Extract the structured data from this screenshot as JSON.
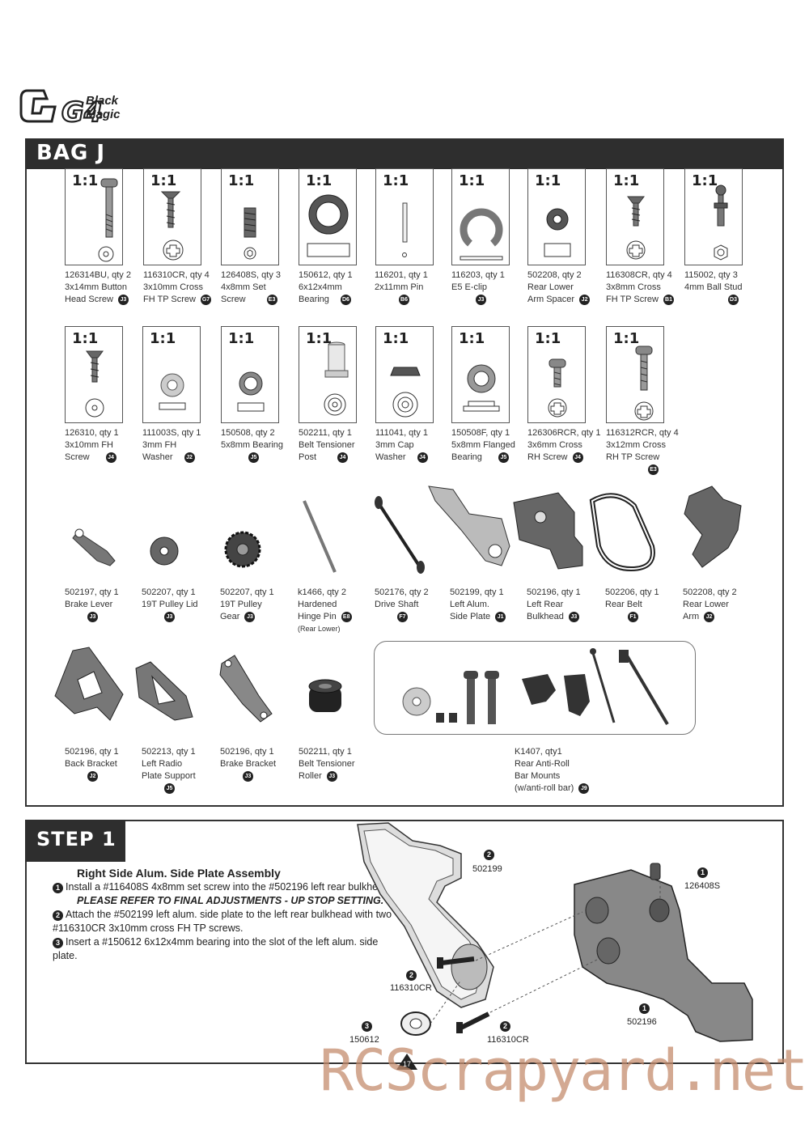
{
  "header": {
    "logo_mark": "G4",
    "logo_text": "Black Magic"
  },
  "bag": {
    "title": "BAG J",
    "row1": [
      {
        "scale": "1:1",
        "part": "126314BU, qty 2",
        "desc1": "3x14mm Button",
        "desc2": "Head Screw",
        "code": "J3"
      },
      {
        "scale": "1:1",
        "part": "116310CR, qty 4",
        "desc1": "3x10mm Cross",
        "desc2": "FH TP Screw",
        "code": "G7"
      },
      {
        "scale": "1:1",
        "part": "126408S, qty 3",
        "desc1": "4x8mm Set",
        "desc2": "Screw",
        "code": "E3"
      },
      {
        "scale": "1:1",
        "part": "150612, qty 1",
        "desc1": "6x12x4mm",
        "desc2": "Bearing",
        "code": "D6"
      },
      {
        "scale": "1:1",
        "part": "116201, qty 1",
        "desc1": "2x11mm Pin",
        "desc2": "",
        "code": "B6"
      },
      {
        "scale": "1:1",
        "part": "116203, qty 1",
        "desc1": "E5 E-clip",
        "desc2": "",
        "code": "J3"
      },
      {
        "scale": "1:1",
        "part": "502208, qty 2",
        "desc1": "Rear Lower",
        "desc2": "Arm Spacer",
        "code": "J2"
      },
      {
        "scale": "1:1",
        "part": "116308CR, qty 4",
        "desc1": "3x8mm Cross",
        "desc2": "FH TP Screw",
        "code": "B1"
      },
      {
        "scale": "1:1",
        "part": "115002, qty 3",
        "desc1": "4mm Ball Stud",
        "desc2": "",
        "code": "D3"
      }
    ],
    "row2": [
      {
        "scale": "1:1",
        "part": "126310, qty 1",
        "desc1": "3x10mm FH",
        "desc2": "Screw",
        "code": "J4"
      },
      {
        "scale": "1:1",
        "part": "111003S, qty 1",
        "desc1": "3mm FH",
        "desc2": "Washer",
        "code": "J2"
      },
      {
        "scale": "1:1",
        "part": "150508, qty 2",
        "desc1": "5x8mm Bearing",
        "desc2": "",
        "code": "J5"
      },
      {
        "scale": "1:1",
        "part": "502211, qty 1",
        "desc1": "Belt Tensioner",
        "desc2": "Post",
        "code": "J4"
      },
      {
        "scale": "1:1",
        "part": "111041, qty 1",
        "desc1": "3mm Cap",
        "desc2": "Washer",
        "code": "J4"
      },
      {
        "scale": "1:1",
        "part": "150508F, qty 1",
        "desc1": "5x8mm Flanged",
        "desc2": "Bearing",
        "code": "J5"
      },
      {
        "scale": "1:1",
        "part": "126306RCR, qty 1",
        "desc1": "3x6mm Cross",
        "desc2": "RH Screw",
        "code": "J4"
      },
      {
        "scale": "1:1",
        "part": "116312RCR, qty 4",
        "desc1": "3x12mm Cross",
        "desc2": "RH TP Screw",
        "code": "E3"
      }
    ],
    "row3": [
      {
        "part": "502197, qty 1",
        "desc1": "Brake Lever",
        "desc2": "",
        "code": "J3"
      },
      {
        "part": "502207, qty 1",
        "desc1": "19T Pulley Lid",
        "desc2": "",
        "code": "J3"
      },
      {
        "part": "502207, qty 1",
        "desc1": "19T Pulley",
        "desc2": "Gear",
        "code": "J3"
      },
      {
        "part": "k1466, qty 2",
        "desc1": "Hardened",
        "desc2": "Hinge Pin",
        "code": "E8",
        "note": "(Rear Lower)"
      },
      {
        "part": "502176, qty 2",
        "desc1": "Drive Shaft",
        "desc2": "",
        "code": "F7"
      },
      {
        "part": "502199, qty 1",
        "desc1": "Left Alum.",
        "desc2": "Side Plate",
        "code": "J1"
      },
      {
        "part": "502196, qty 1",
        "desc1": "Left Rear",
        "desc2": "Bulkhead",
        "code": "J3"
      },
      {
        "part": "502206, qty 1",
        "desc1": "Rear Belt",
        "desc2": "",
        "code": "F1"
      },
      {
        "part": "502208, qty 2",
        "desc1": "Rear Lower",
        "desc2": "Arm",
        "code": "J2"
      }
    ],
    "row4": [
      {
        "part": "502196, qty 1",
        "desc1": "Back Bracket",
        "desc2": "",
        "code": "J2"
      },
      {
        "part": "502213, qty 1",
        "desc1": "Left Radio",
        "desc2": "Plate Support",
        "code": "J5"
      },
      {
        "part": "502196, qty 1",
        "desc1": "Brake Bracket",
        "desc2": "",
        "code": "J3"
      },
      {
        "part": "502211, qty 1",
        "desc1": "Belt Tensioner",
        "desc2": "Roller",
        "code": "J3"
      }
    ],
    "kit": {
      "part": "K1407, qty1",
      "desc1": "Rear Anti-Roll",
      "desc2": "Bar Mounts",
      "desc3": "(w/anti-roll bar)",
      "code": "J9"
    }
  },
  "step": {
    "title": "STEP 1",
    "heading": "Right Side Alum. Side Plate Assembly",
    "b1": "Install a #116408S 4x8mm set screw into the #502196 left rear bulkhead.",
    "warning": "PLEASE REFER TO FINAL ADJUSTMENTS - UP STOP SETTING.",
    "b2": "Attach the #502199 left alum. side plate to the left rear bulkhead with two #116310CR 3x10mm cross FH TP screws.",
    "b3": "Insert a #150612 6x12x4mm bearing into the slot of the left alum. side plate.",
    "callouts": {
      "c1": {
        "n": "2",
        "label": "502199"
      },
      "c2": {
        "n": "1",
        "label": "126408S"
      },
      "c3": {
        "n": "2",
        "label": "116310CR"
      },
      "c4": {
        "n": "1",
        "label": "502196"
      },
      "c5": {
        "n": "3",
        "label": "150612"
      },
      "c6": {
        "n": "2",
        "label": "116310CR"
      }
    }
  },
  "footer": {
    "page": "17",
    "watermark": "RCScrapyard.net"
  }
}
